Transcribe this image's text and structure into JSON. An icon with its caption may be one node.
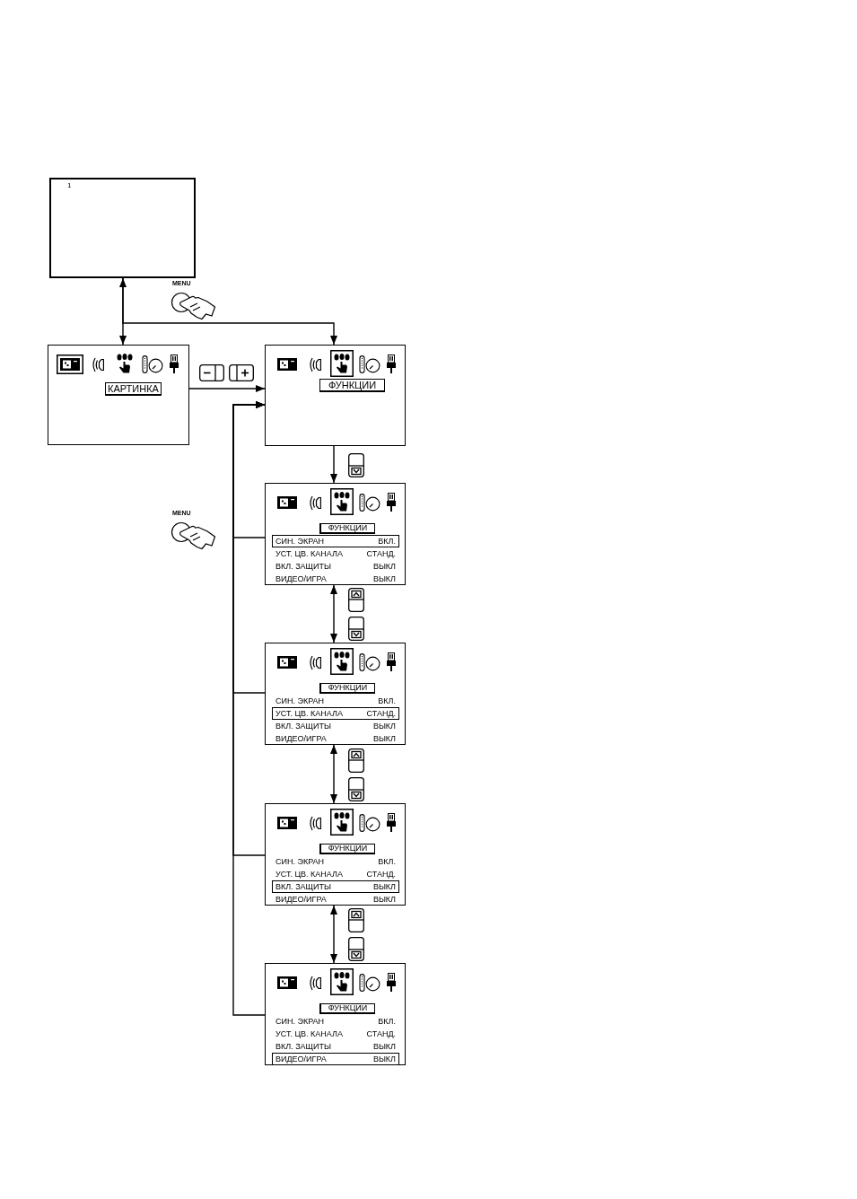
{
  "diagram": {
    "nodes": [
      {
        "text": [
          "1"
        ]
      },
      {
        "text": [],
        "shape": "box"
      },
      {
        "text": [
          "КАРТИНКА"
        ],
        "in": 1
      },
      {
        "text": [],
        "shape": "box"
      },
      {
        "text": [
          "ФУНКЦИИ"
        ],
        "in": 3
      },
      {
        "text": [
          "УСТ. ЦВ. КАНАЛА",
          "СТАНД.",
          "ВКЛ. ЗАЩИТЫ",
          "ВЫКЛ",
          "ВИДЕО/ИГРА",
          "ВЫКЛ"
        ]
      },
      {
        "text": [
          "ФУНКЦИИ"
        ],
        "in": 5
      },
      {
        "text": [
          "СИН. ЭКРАН",
          "ВКЛ."
        ],
        "in": 5
      },
      {
        "text": [
          "СИН. ЭКРАН",
          "ВКЛ.",
          "ВКЛ. ЗАЩИТЫ",
          "ВЫКЛ",
          "ВИДЕО/ИГРА",
          "ВЫКЛ"
        ]
      },
      {
        "text": [
          "ФУНКЦИИ"
        ],
        "in": 8
      },
      {
        "text": [
          "УСТ. ЦВ. КАНАЛА",
          "СТАНД."
        ],
        "in": 8
      },
      {
        "text": [
          "СИН. ЭКРАН",
          "ВКЛ.",
          "УСТ. ЦВ. КАНАЛА",
          "СТАНД.",
          "ВИДЕО/ИГРА",
          "ВЫКЛ"
        ]
      },
      {
        "text": [
          "ФУНКЦИИ"
        ],
        "in": 11
      },
      {
        "text": [
          "ВКЛ. ЗАЩИТЫ",
          "ВЫКЛ"
        ],
        "in": 11
      },
      {
        "text": [
          "СИН. ЭКРАН",
          "ВКЛ.",
          "УСТ. ЦВ. КАНАЛА",
          "СТАНД.",
          "ВКЛ. ЗАЩИТЫ",
          "ВЫКЛ"
        ]
      },
      {
        "text": [
          "ФУНКЦИИ"
        ],
        "in": 14
      },
      {
        "text": [
          "ВИДЕО/ИГРА",
          "ВЫКЛ"
        ],
        "in": 14
      }
    ],
    "edges": [
      {
        "from": 0,
        "to": 1,
        "arrow": "both"
      },
      {
        "from": 0,
        "to": 3,
        "arrow": "to"
      },
      {
        "from": 1,
        "to": 3,
        "arrow": "to"
      },
      {
        "from": 3,
        "to": 5,
        "arrow": "to"
      },
      {
        "from": 5,
        "to": 8,
        "arrow": "both"
      },
      {
        "from": 8,
        "to": 11,
        "arrow": "both"
      },
      {
        "from": 11,
        "to": 14,
        "arrow": "both"
      },
      {
        "from": 5,
        "to": 3,
        "arrow": "to"
      },
      {
        "from": 8,
        "to": 3,
        "arrow": "to"
      },
      {
        "from": 11,
        "to": 3,
        "arrow": "to"
      },
      {
        "from": 14,
        "to": 3,
        "arrow": "to"
      }
    ],
    "labels": [
      "MENU",
      "MENU"
    ]
  }
}
